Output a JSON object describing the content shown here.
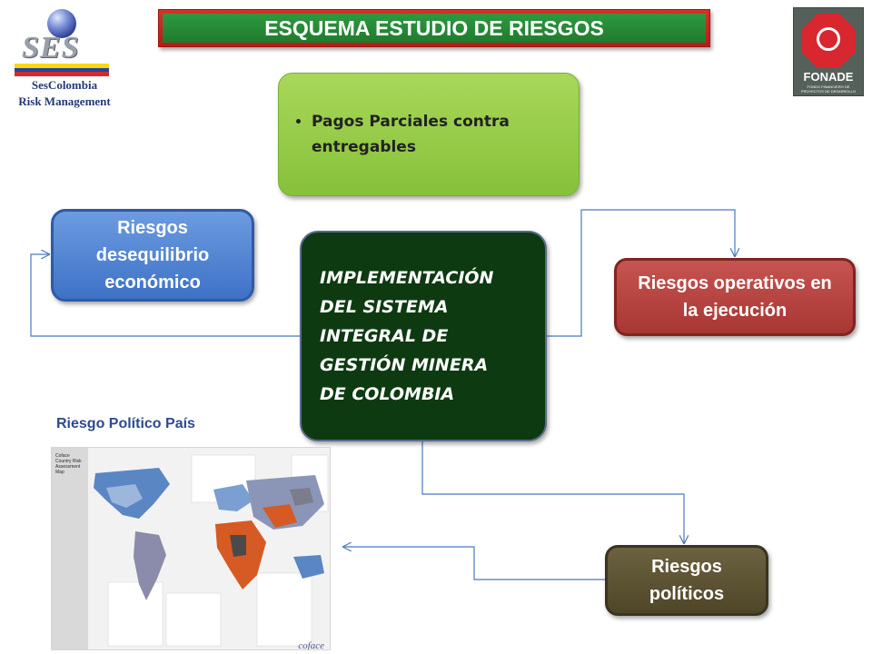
{
  "header": {
    "title": "ESQUEMA ESTUDIO DE RIESGOS"
  },
  "logos": {
    "left": {
      "word": "SES",
      "line1": "SesColombia",
      "line2": "Risk Management",
      "flag_colors": [
        "#f5d90a",
        "#2642a0",
        "#d52a2a"
      ]
    },
    "right": {
      "name": "FONADE",
      "subtitle": "FONDO FINANCIERO DE PROYECTOS DE DESARROLLO"
    }
  },
  "nodes": {
    "payment": {
      "bullet": "Pagos Parciales contra entregables"
    },
    "economic": {
      "label": "Riesgos desequilibrio económico"
    },
    "center": {
      "label": "IMPLEMENTACIÓN DEL SISTEMA INTEGRAL DE GESTIÓN MINERA DE COLOMBIA"
    },
    "operational": {
      "label": "Riesgos operativos en la ejecución"
    },
    "political": {
      "label": "Riesgos políticos"
    }
  },
  "map": {
    "label": "Riesgo Político País",
    "panel_title": "Coface Country Risk Assessment Map",
    "brand": "coface"
  },
  "colors": {
    "title_green": "#1f7b2d",
    "title_red": "#c22721",
    "green_box": "#97cc4a",
    "blue_box": "#4a7fd1",
    "center_box": "#0d3a11",
    "red_box": "#b3403c",
    "olive_box": "#5d5434",
    "connector": "#4a78c2"
  }
}
